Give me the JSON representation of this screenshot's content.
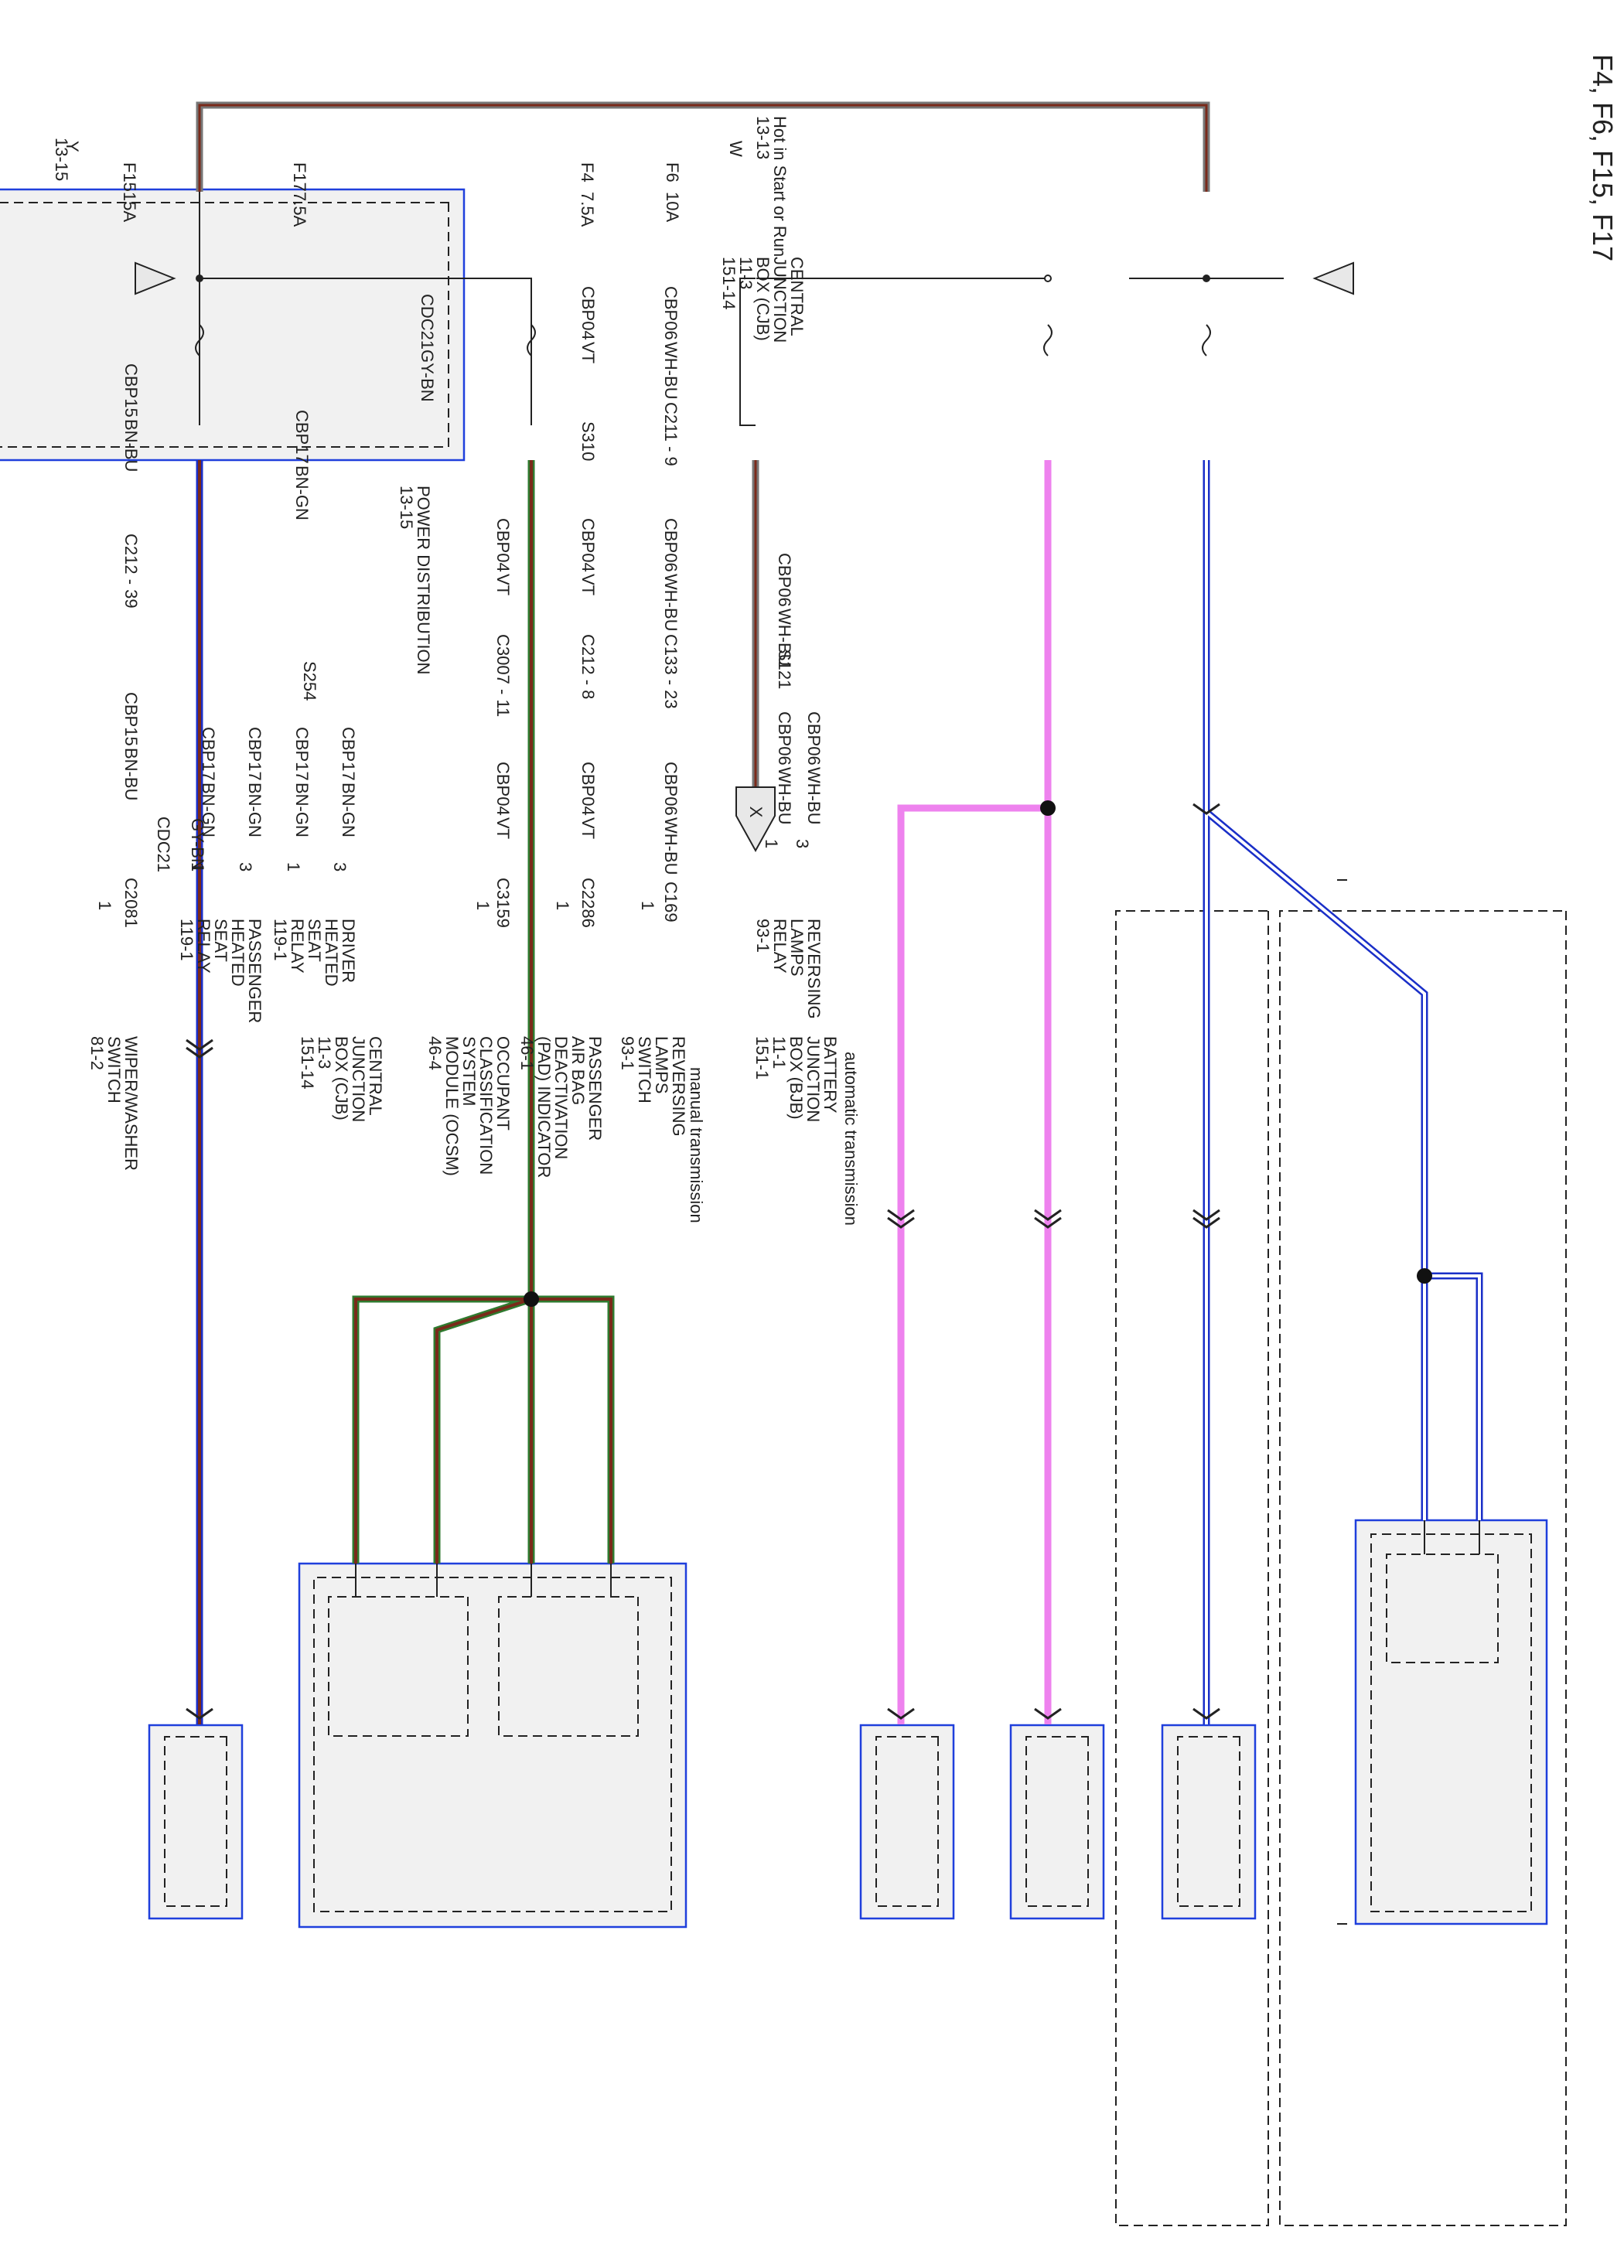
{
  "page_title": "F4, F6, F15, F17",
  "colors": {
    "box_border": "#1f3fdc",
    "box_fill": "#f1f1f1",
    "vt": "#ee82ee",
    "brown": "#7a2a1a",
    "green": "#2f7a2f",
    "blue": "#1a2fc8",
    "grey": "#777777",
    "wire": "#222222"
  },
  "cjb": {
    "feed_circuit": "CDC21",
    "feed_color": "GY-BN",
    "label": [
      "CENTRAL",
      "JUNCTION",
      "BOX (CJB)",
      "11-3",
      "151-14"
    ],
    "hot_label": "Hot in Start or Run",
    "hot_ref": "13-13",
    "ref_left": "13-15",
    "tri_w": "W",
    "tri_y": "Y",
    "fuses": [
      {
        "name": "F15",
        "rating": "15A"
      },
      {
        "name": "F17",
        "rating": "7.5A"
      },
      {
        "name": "F4",
        "rating": "7.5A"
      },
      {
        "name": "F6",
        "rating": "10A"
      }
    ]
  },
  "wires": {
    "cbp15_a": {
      "circuit": "CBP15",
      "color": "BN-BU"
    },
    "cbp15_b": {
      "circuit": "CBP15",
      "color": "BN-BU"
    },
    "cbp17_a": {
      "circuit": "CBP17",
      "color": "BN-GN"
    },
    "cbp17_b1": {
      "circuit": "CBP17",
      "color": "BN-GN"
    },
    "cbp17_b2": {
      "circuit": "CBP17",
      "color": "BN-GN"
    },
    "cbp17_b3": {
      "circuit": "CBP17",
      "color": "BN-GN"
    },
    "cbp17_b4": {
      "circuit": "CBP17",
      "color": "BN-GN"
    },
    "cdc21": {
      "circuit": "CDC21",
      "color": "GY-BN"
    },
    "cbp04_a": {
      "circuit": "CBP04",
      "color": "VT"
    },
    "cbp04_b": {
      "circuit": "CBP04",
      "color": "VT"
    },
    "cbp04_c": {
      "circuit": "CBP04",
      "color": "VT"
    },
    "cbp04_d": {
      "circuit": "CBP04",
      "color": "VT"
    },
    "cbp04_e": {
      "circuit": "CBP04",
      "color": "VT"
    },
    "cbp06_a": {
      "circuit": "CBP06",
      "color": "WH-BU"
    },
    "cbp06_b": {
      "circuit": "CBP06",
      "color": "WH-BU"
    },
    "cbp06_c": {
      "circuit": "CBP06",
      "color": "WH-BU"
    },
    "cbp06_d": {
      "circuit": "CBP06",
      "color": "WH-BU"
    },
    "cbp06_e": {
      "circuit": "CBP06",
      "color": "WH-BU"
    },
    "cbp06_f": {
      "circuit": "CBP06",
      "color": "WH-BU"
    }
  },
  "connectors": {
    "c212_39": "C212 - 39",
    "c212_8": "C212 - 8",
    "c3007_11": "C3007 - 11",
    "c133_23": "C133 - 23",
    "c211_9": "C211 - 9",
    "c2081": "C2081",
    "c2286": "C2286",
    "c3159": "C3159",
    "c169": "C169",
    "pin1": "1",
    "pin3": "3"
  },
  "splices": {
    "s254": "S254",
    "s310": "S310",
    "s121": "S121"
  },
  "power_distribution": {
    "letter": "X",
    "label": "POWER DISTRIBUTION",
    "ref": "13-15"
  },
  "components": {
    "wiper": [
      "WIPER/WASHER",
      "SWITCH",
      "81-2"
    ],
    "cjb_bottom": [
      "CENTRAL",
      "JUNCTION",
      "BOX (CJB)",
      "11-3",
      "151-14"
    ],
    "pass_relay": [
      "PASSENGER",
      "HEATED",
      "SEAT",
      "RELAY",
      "119-1"
    ],
    "driver_relay": [
      "DRIVER",
      "HEATED",
      "SEAT",
      "RELAY",
      "119-1"
    ],
    "ocsm": [
      "OCCUPANT",
      "CLASSIFICATION",
      "SYSTEM",
      "MODULE (OCSM)",
      "46-4"
    ],
    "pad": [
      "PASSENGER",
      "AIR BAG",
      "DEACTIVATION",
      "(PAD) INDICATOR",
      "46-1"
    ],
    "rev_switch": [
      "REVERSING",
      "LAMPS",
      "SWITCH",
      "93-1"
    ],
    "bjb": [
      "BATTERY",
      "JUNCTION",
      "BOX (BJB)",
      "11-1",
      "151-1"
    ],
    "rev_relay": [
      "REVERSING",
      "LAMPS",
      "RELAY",
      "93-1"
    ]
  },
  "options": {
    "manual": "manual transmission",
    "automatic": "automatic transmission"
  }
}
